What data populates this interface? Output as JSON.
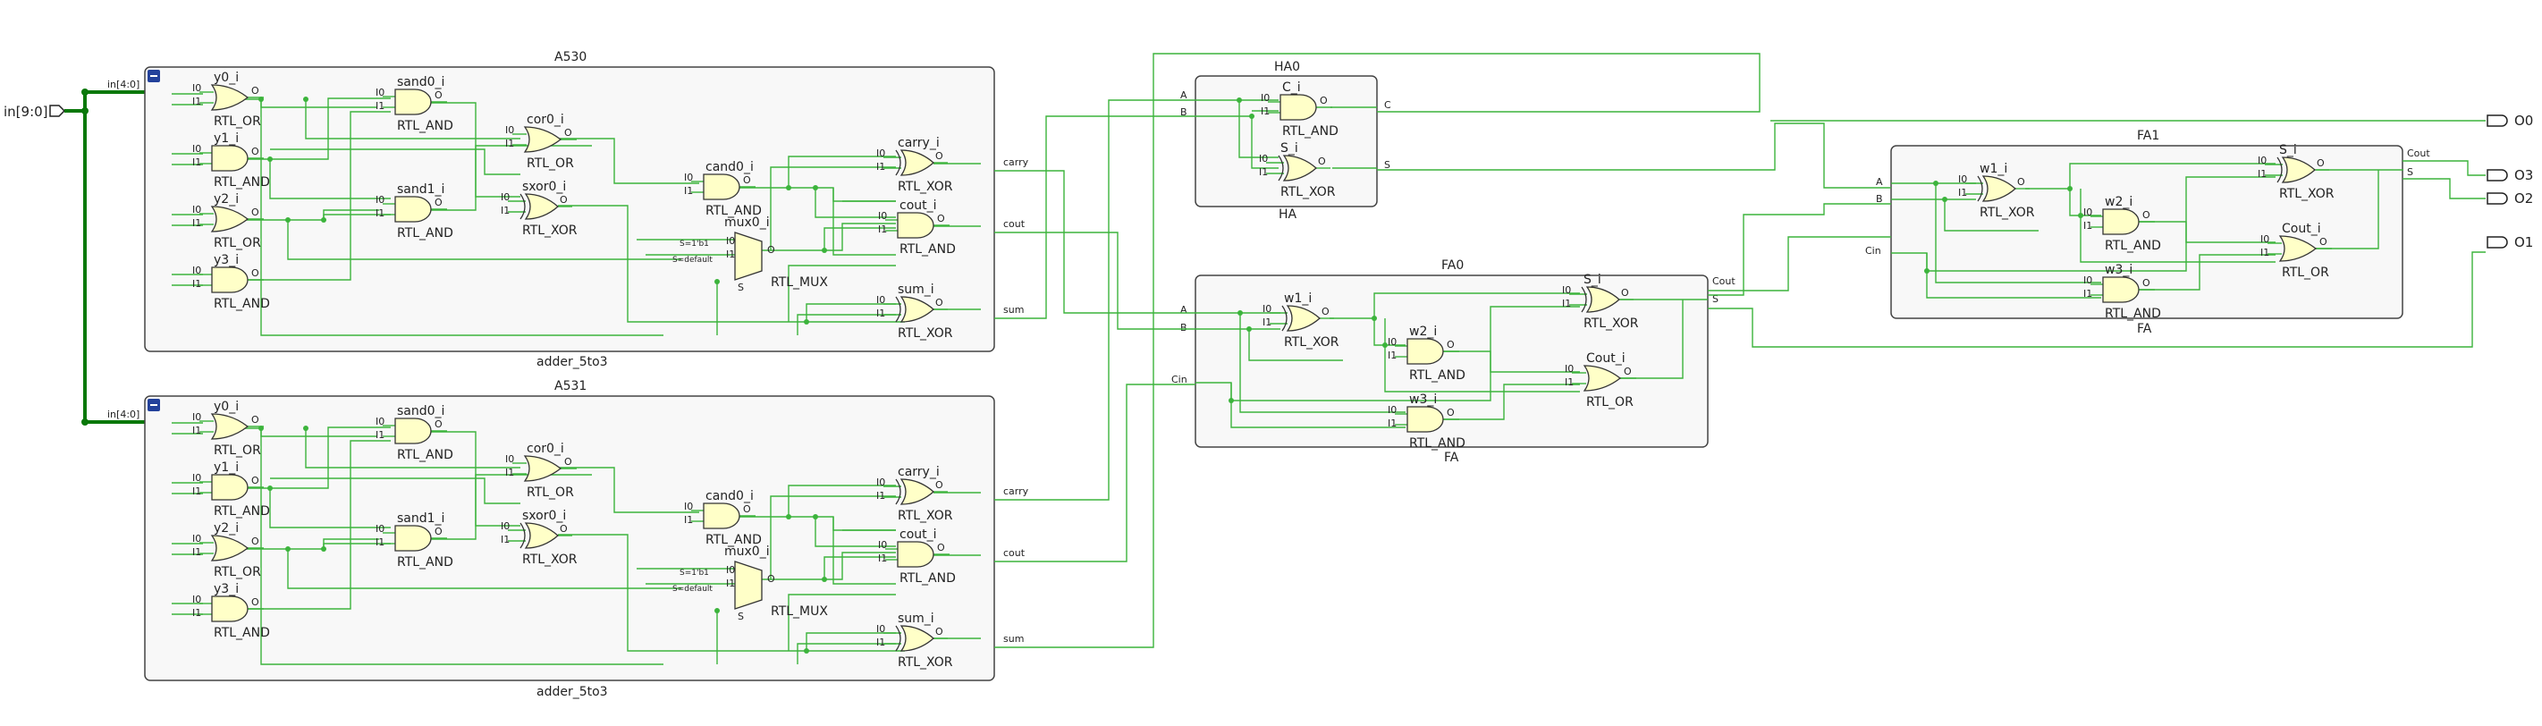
{
  "ports": {
    "input_main": "in[9:0]",
    "outputs": [
      "O0",
      "O3",
      "O2",
      "O1"
    ]
  },
  "blocks": {
    "a530": {
      "title": "A530",
      "type": "adder_5to3",
      "bus": "in[4:0]"
    },
    "a531": {
      "title": "A531",
      "type": "adder_5to3",
      "bus": "in[4:0]"
    },
    "ha0": {
      "title": "HA0",
      "type": "HA"
    },
    "fa0": {
      "title": "FA0",
      "type": "FA"
    },
    "fa1": {
      "title": "FA1",
      "type": "FA"
    }
  },
  "adder_cells": {
    "y0": {
      "name": "y0_i",
      "type": "RTL_OR"
    },
    "y1": {
      "name": "y1_i",
      "type": "RTL_AND"
    },
    "y2": {
      "name": "y2_i",
      "type": "RTL_OR"
    },
    "y3": {
      "name": "y3_i",
      "type": "RTL_AND"
    },
    "sand0": {
      "name": "sand0_i",
      "type": "RTL_AND"
    },
    "sand1": {
      "name": "sand1_i",
      "type": "RTL_AND"
    },
    "cor0": {
      "name": "cor0_i",
      "type": "RTL_OR"
    },
    "sxor0": {
      "name": "sxor0_i",
      "type": "RTL_XOR"
    },
    "cand0": {
      "name": "cand0_i",
      "type": "RTL_AND"
    },
    "mux0": {
      "name": "mux0_i",
      "type": "RTL_MUX"
    },
    "carry": {
      "name": "carry_i",
      "type": "RTL_XOR"
    },
    "cout": {
      "name": "cout_i",
      "type": "RTL_AND"
    },
    "sum": {
      "name": "sum_i",
      "type": "RTL_XOR"
    }
  },
  "adder_ports": {
    "carry": "carry",
    "cout": "cout",
    "sum": "sum"
  },
  "mux_sel": {
    "s1": "S=1'b1",
    "sdef": "S=default",
    "s": "S"
  },
  "pins": {
    "i0": "I0",
    "i1": "I1",
    "o": "O"
  },
  "ha_cells": {
    "c": {
      "name": "C_i",
      "type": "RTL_AND"
    },
    "s": {
      "name": "S_i",
      "type": "RTL_XOR"
    }
  },
  "ha_ports": {
    "a": "A",
    "b": "B",
    "c": "C",
    "s": "S"
  },
  "fa_cells": {
    "w1": {
      "name": "w1_i",
      "type": "RTL_XOR"
    },
    "w2": {
      "name": "w2_i",
      "type": "RTL_AND"
    },
    "w3": {
      "name": "w3_i",
      "type": "RTL_AND"
    },
    "s": {
      "name": "S_i",
      "type": "RTL_XOR"
    },
    "cout": {
      "name": "Cout_i",
      "type": "RTL_OR"
    }
  },
  "fa_ports": {
    "a": "A",
    "b": "B",
    "cin": "Cin",
    "cout": "Cout",
    "s": "S"
  },
  "colors": {
    "wire": "#3cb43c",
    "bus": "#0a780a",
    "gate_fill": "#ffffc8",
    "collapse_button": "#23419b"
  }
}
